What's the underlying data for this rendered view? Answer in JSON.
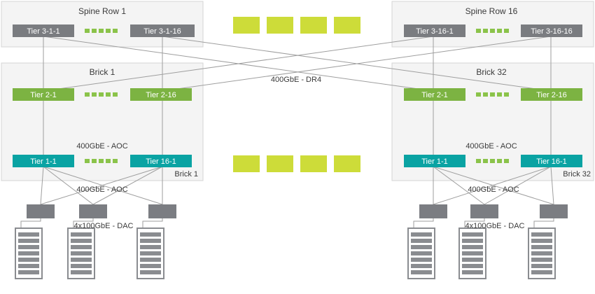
{
  "groups": {
    "spine_left": "Spine Row 1",
    "spine_right": "Spine Row 16",
    "brick_left": "Brick 1",
    "brick_right": "Brick 32",
    "brick_left_tag": "Brick 1",
    "brick_right_tag": "Brick 32"
  },
  "switches": {
    "spine_l1": "Tier 3-1-1",
    "spine_l2": "Tier 3-1-16",
    "spine_r1": "Tier 3-16-1",
    "spine_r2": "Tier 3-16-16",
    "t2_l1": "Tier 2-1",
    "t2_l2": "Tier 2-16",
    "t2_r1": "Tier 2-1",
    "t2_r2": "Tier 2-16",
    "t1_l1": "Tier 1-1",
    "t1_l2": "Tier 16-1",
    "t1_r1": "Tier 1-1",
    "t1_r2": "Tier 16-1"
  },
  "links": {
    "spine_link": "400GbE - DR4",
    "brick_left_aoc": "400GbE - AOC",
    "brick_right_aoc": "400GbE - AOC",
    "left_tor_aoc": "400GbE - AOC",
    "right_tor_aoc": "400GbE - AOC",
    "left_dac": "4x100GbE - DAC",
    "right_dac": "4x100GbE - DAC"
  },
  "colors": {
    "spine": "#7a7c80",
    "tier2": "#7cb342",
    "tier1": "#0aa3a3",
    "dots_green": "#8bc34a",
    "dots_teal": "#3bb7b7",
    "filler": "#cddc39",
    "panel_bg": "#f4f4f4",
    "panel_border": "#d5d5d5",
    "line": "#9e9e9e",
    "label_text": "#3a3a3a",
    "tor": "#7b7d82",
    "server": "#8a8c90"
  }
}
